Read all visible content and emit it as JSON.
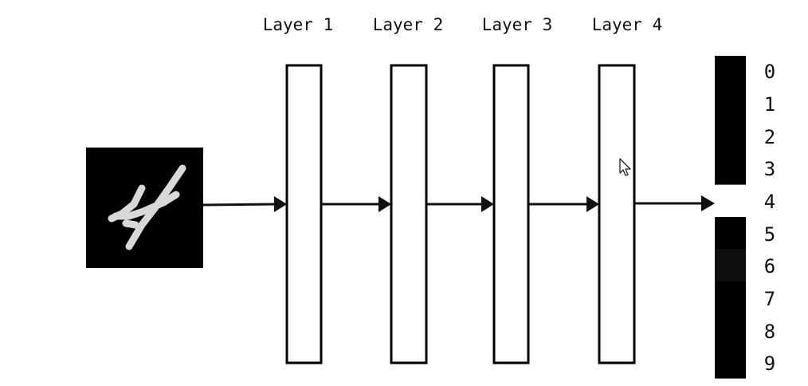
{
  "layers": [
    {
      "label": "Layer 1"
    },
    {
      "label": "Layer 2"
    },
    {
      "label": "Layer 3"
    },
    {
      "label": "Layer 4"
    }
  ],
  "outputs": [
    {
      "label": "0",
      "activation": 0.0
    },
    {
      "label": "1",
      "activation": 0.0
    },
    {
      "label": "2",
      "activation": 0.0
    },
    {
      "label": "3",
      "activation": 0.0
    },
    {
      "label": "4",
      "activation": 1.0
    },
    {
      "label": "5",
      "activation": 0.0
    },
    {
      "label": "6",
      "activation": 0.06
    },
    {
      "label": "7",
      "activation": 0.0
    },
    {
      "label": "8",
      "activation": 0.0
    },
    {
      "label": "9",
      "activation": 0.0
    }
  ],
  "colors": {
    "ink": "#111111",
    "input_background": "#000000",
    "digit_ink": "#d8d8d8"
  },
  "icons": {
    "cursor": "mouse-pointer-icon"
  }
}
